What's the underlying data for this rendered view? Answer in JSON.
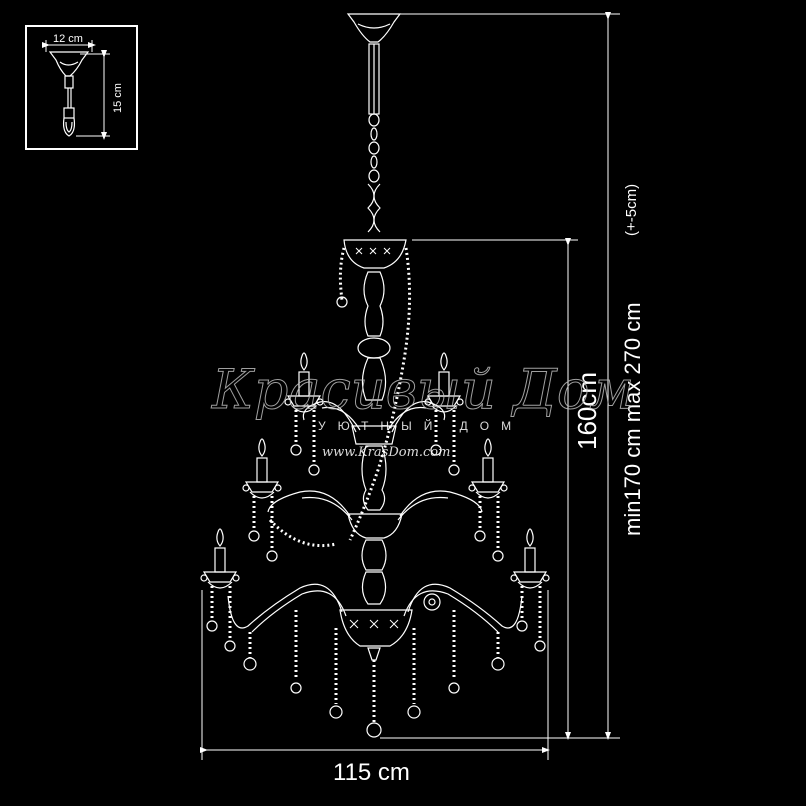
{
  "inset": {
    "width_label": "12 cm",
    "height_label": "15 cm"
  },
  "dimensions": {
    "height_body": "160cm",
    "height_total": "min170 cm  max 270 cm",
    "height_tolerance": "(+-5cm)",
    "width": "115 cm"
  },
  "watermark": {
    "title": "Красивый Дом",
    "subtitle": "УЮТНЫЙ ДОМ",
    "url": "www.KrasDom.com"
  },
  "colors": {
    "background": "#000000",
    "line": "#ffffff",
    "watermark": "#bbbbbb"
  }
}
